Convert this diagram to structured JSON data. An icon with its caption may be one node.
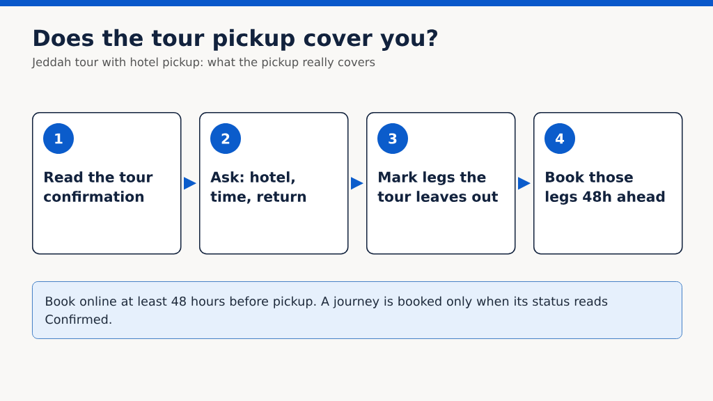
{
  "diagram": {
    "title": "Does the tour pickup cover you?",
    "nodes": [
      {
        "text": [
          "1",
          "Read the tour confirmation"
        ]
      },
      {
        "text": [
          "2",
          "Ask: hotel, time, return"
        ]
      },
      {
        "text": [
          "3",
          "Mark legs the tour leaves out"
        ]
      },
      {
        "text": [
          "4",
          "Book those legs 48h ahead"
        ]
      },
      {
        "text": [
          "Book online at least 48 hours before pickup. A journey is booked only when its status reads Confirmed."
        ]
      }
    ],
    "edges": [
      {
        "from": 0,
        "to": 1,
        "arrow": "to"
      },
      {
        "from": 1,
        "to": 2,
        "arrow": "to"
      },
      {
        "from": 2,
        "to": 3,
        "arrow": "to"
      }
    ],
    "labels": [
      "Jeddah tour with hotel pickup: what the pickup really covers"
    ]
  }
}
